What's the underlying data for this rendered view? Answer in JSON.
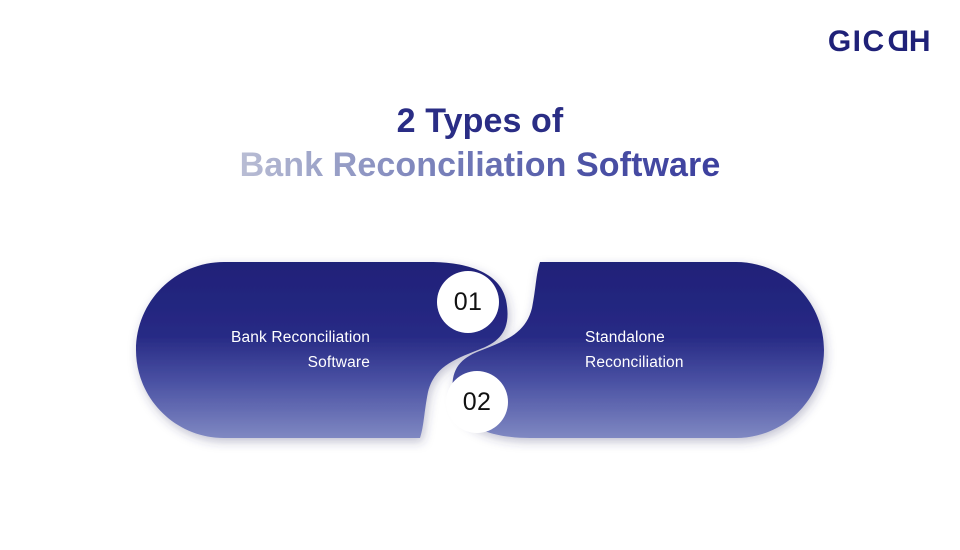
{
  "brand": {
    "logo_text": "GICDH",
    "logo_part_1": "GIC",
    "logo_part_2": "D",
    "logo_part_3": "H",
    "logo_color": "#1f2178"
  },
  "title": {
    "line1": "2 Types of",
    "line2": "Bank Reconciliation Software",
    "line1_color": "#2a2d85",
    "line2_gradient_start": "#b9bdd4",
    "line2_gradient_end": "#3c3f9e"
  },
  "diagram": {
    "type": "two-interlocking-capsules",
    "shape_gradient_top": "#1f2178",
    "shape_gradient_bottom": "#7b85bf",
    "items": [
      {
        "number": "01",
        "label": "Bank Reconciliation\nSoftware",
        "align": "right",
        "text_color": "#ffffff",
        "number_color": "#111111",
        "number_background": "#ffffff"
      },
      {
        "number": "02",
        "label": "Standalone\nReconciliation",
        "align": "left",
        "text_color": "#ffffff",
        "number_color": "#111111",
        "number_background": "#ffffff"
      }
    ]
  }
}
